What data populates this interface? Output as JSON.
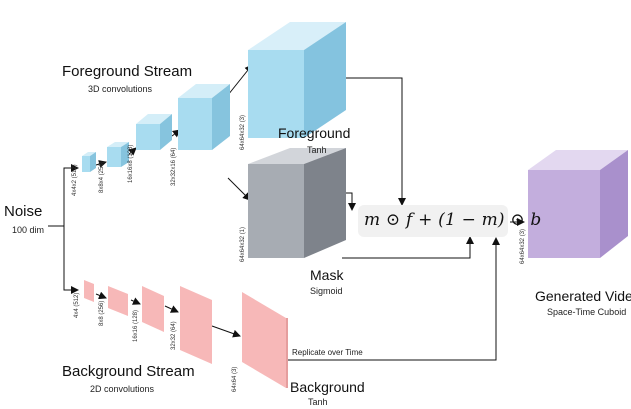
{
  "noise": {
    "title": "Noise",
    "subtitle": "100 dim"
  },
  "foreground_stream": {
    "title": "Foreground Stream",
    "subtitle": "3D convolutions",
    "layers": [
      "4x4x2 (512)",
      "8x8x4 (256)",
      "16x16x8 (128)",
      "32x32x16 (64)"
    ]
  },
  "foreground": {
    "title": "Foreground",
    "activation": "Tanh",
    "size": "64x64x32 (3)"
  },
  "mask": {
    "title": "Mask",
    "activation": "Sigmoid",
    "size": "64x64x32 (1)"
  },
  "equation": "m ⊙ f + (1 − m) ⊙ b",
  "background_stream": {
    "title": "Background Stream",
    "subtitle": "2D convolutions",
    "layers": [
      "4x4 (512)",
      "8x8 (256)",
      "16x16 (128)",
      "32x32 (64)"
    ]
  },
  "background": {
    "title": "Background",
    "activation": "Tanh",
    "size": "64x64 (3)"
  },
  "replicate_label": "Replicate over Time",
  "generated_video": {
    "title": "Generated Video",
    "subtitle": "Space-Time Cuboid",
    "size": "64x64x32 (3)"
  },
  "colors": {
    "foreground_blue": "#a8dcf0",
    "mask_gray": "#9fa4ab",
    "background_pink": "#f7b8b8",
    "output_purple": "#c3aedd"
  }
}
